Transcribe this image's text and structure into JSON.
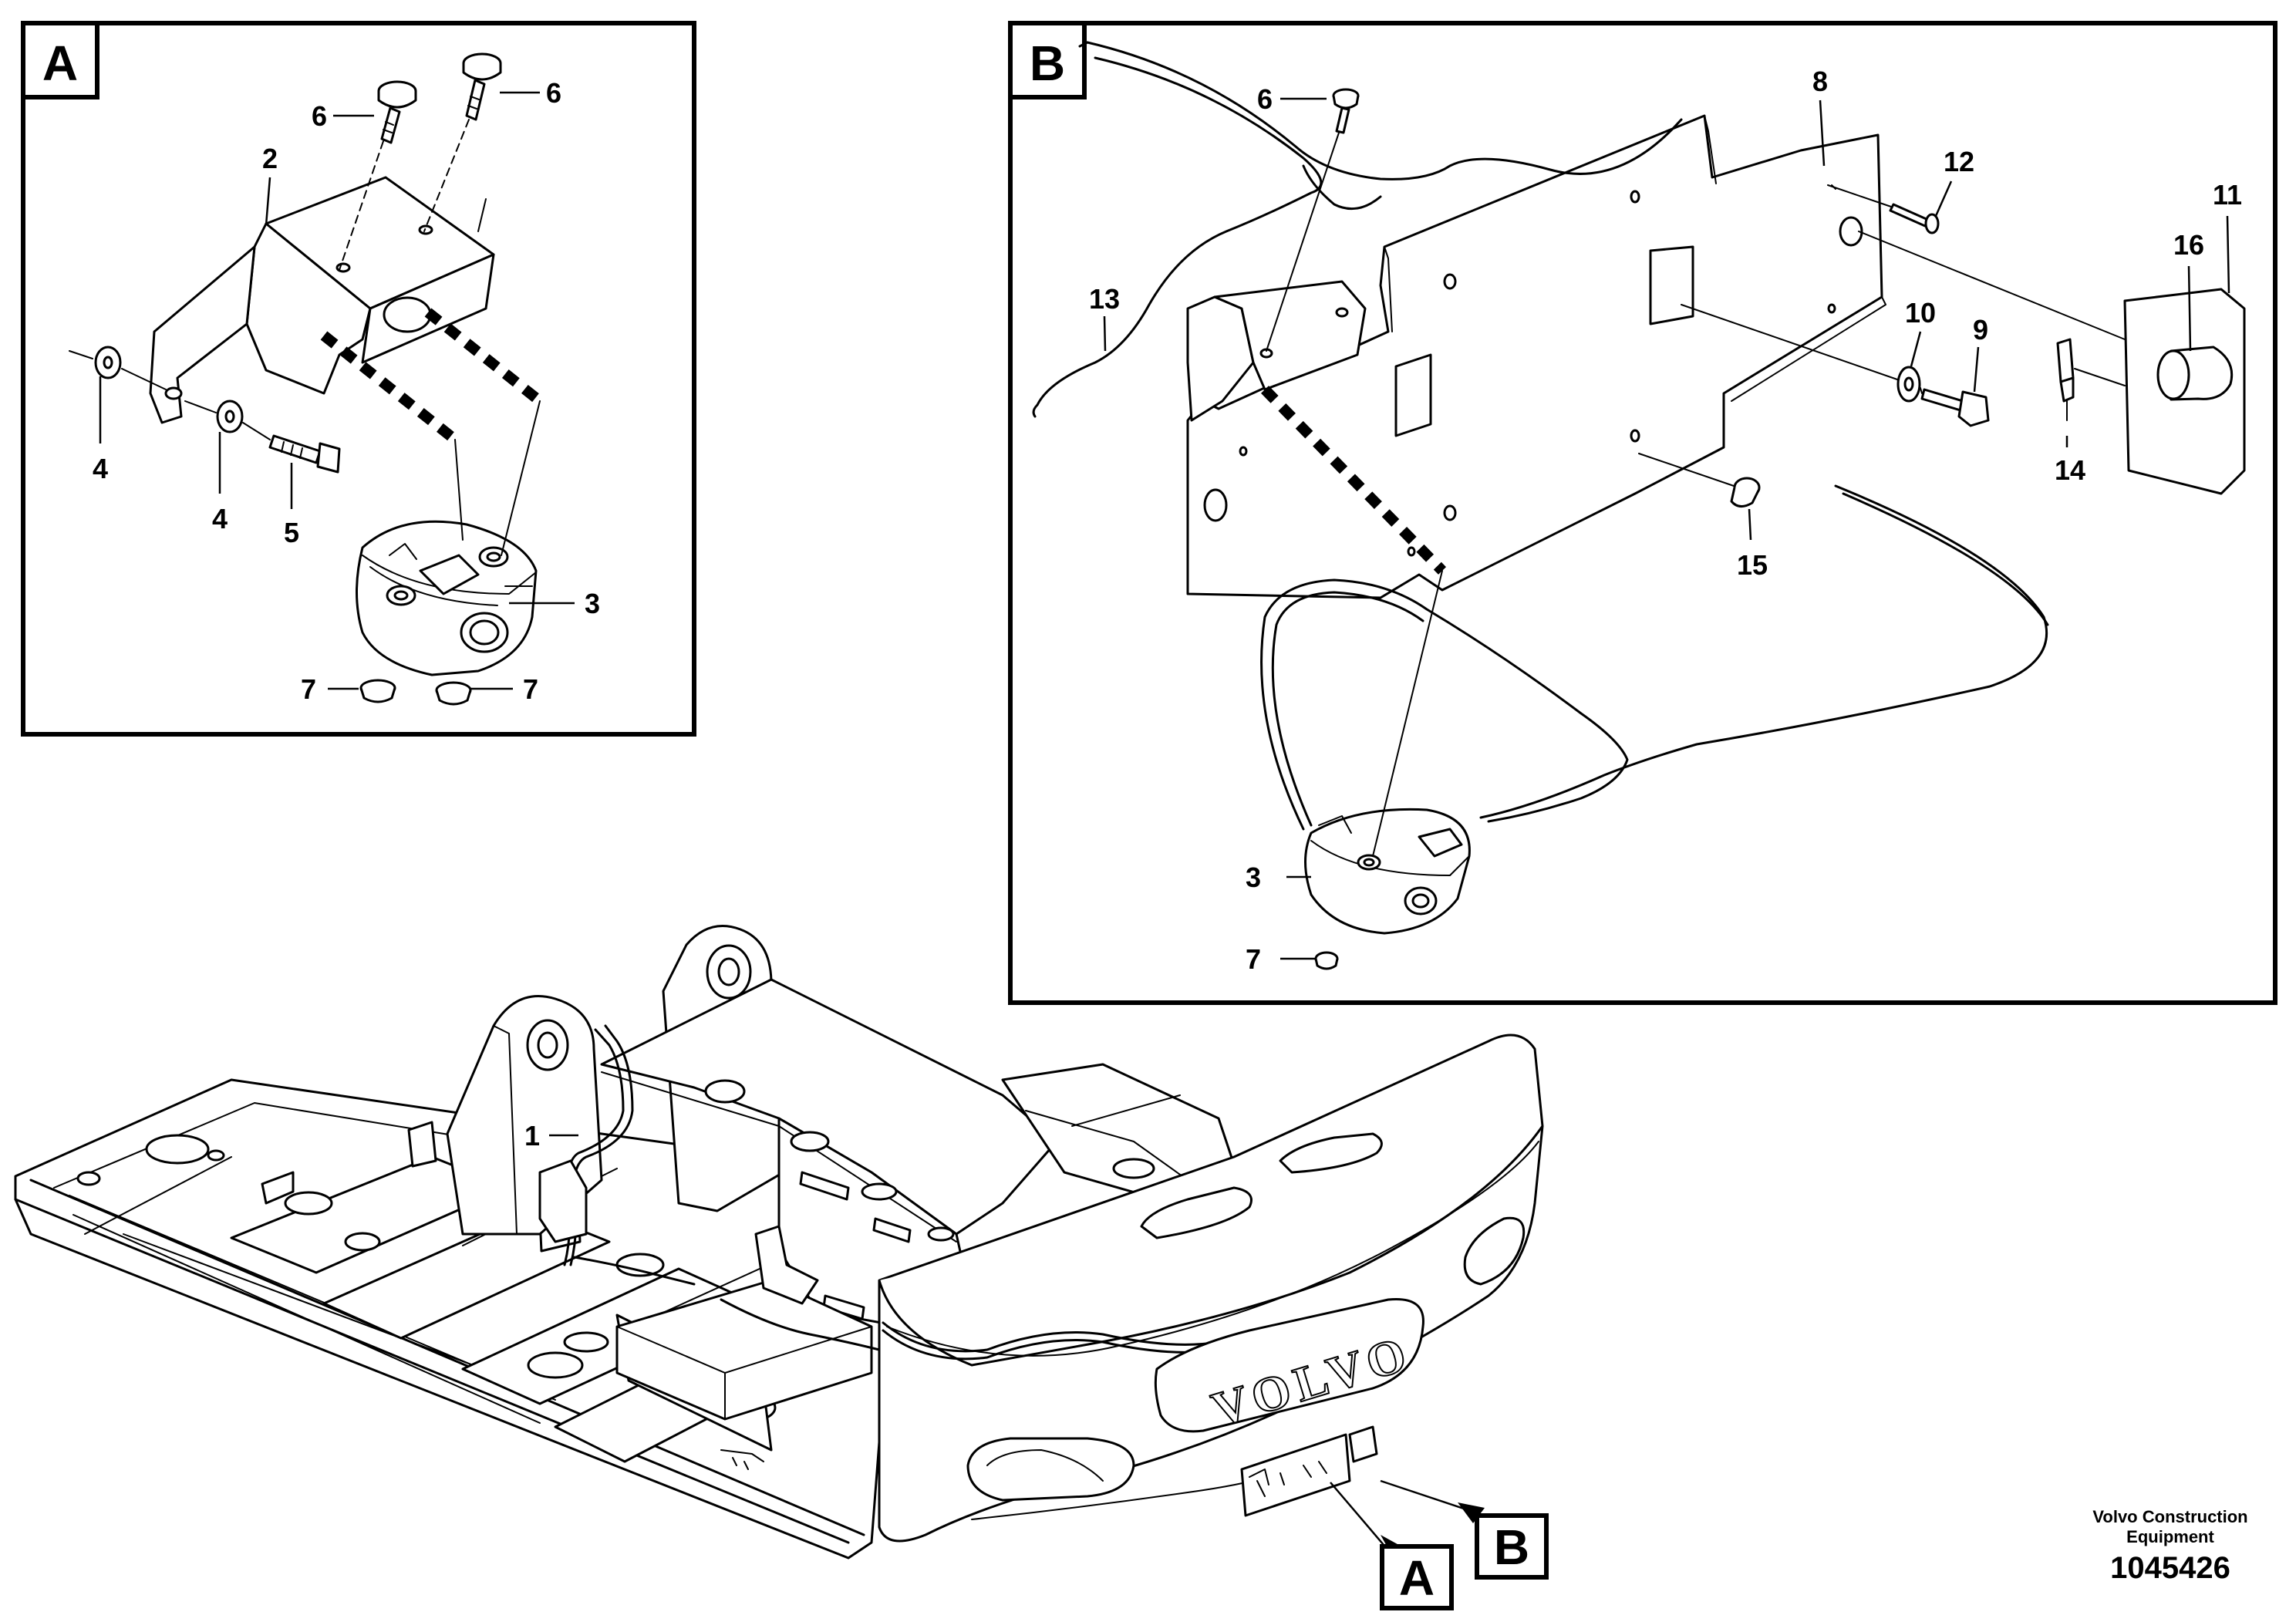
{
  "panel_a": {
    "label": "A",
    "callouts": {
      "c2": "2",
      "c3": "3",
      "c4a": "4",
      "c4b": "4",
      "c5": "5",
      "c6a": "6",
      "c6b": "6",
      "c7a": "7",
      "c7b": "7"
    }
  },
  "panel_b": {
    "label": "B",
    "callouts": {
      "c3": "3",
      "c6": "6",
      "c7": "7",
      "c8": "8",
      "c9": "9",
      "c10": "10",
      "c11": "11",
      "c12": "12",
      "c13": "13",
      "c14": "14",
      "c15": "15",
      "c16": "16"
    }
  },
  "main_view": {
    "callout_1": "1",
    "ref_a": "A",
    "ref_b": "B",
    "brand_text": "VOLVO"
  },
  "footer": {
    "company_line1": "Volvo Construction",
    "company_line2": "Equipment",
    "doc_number": "1045426"
  }
}
